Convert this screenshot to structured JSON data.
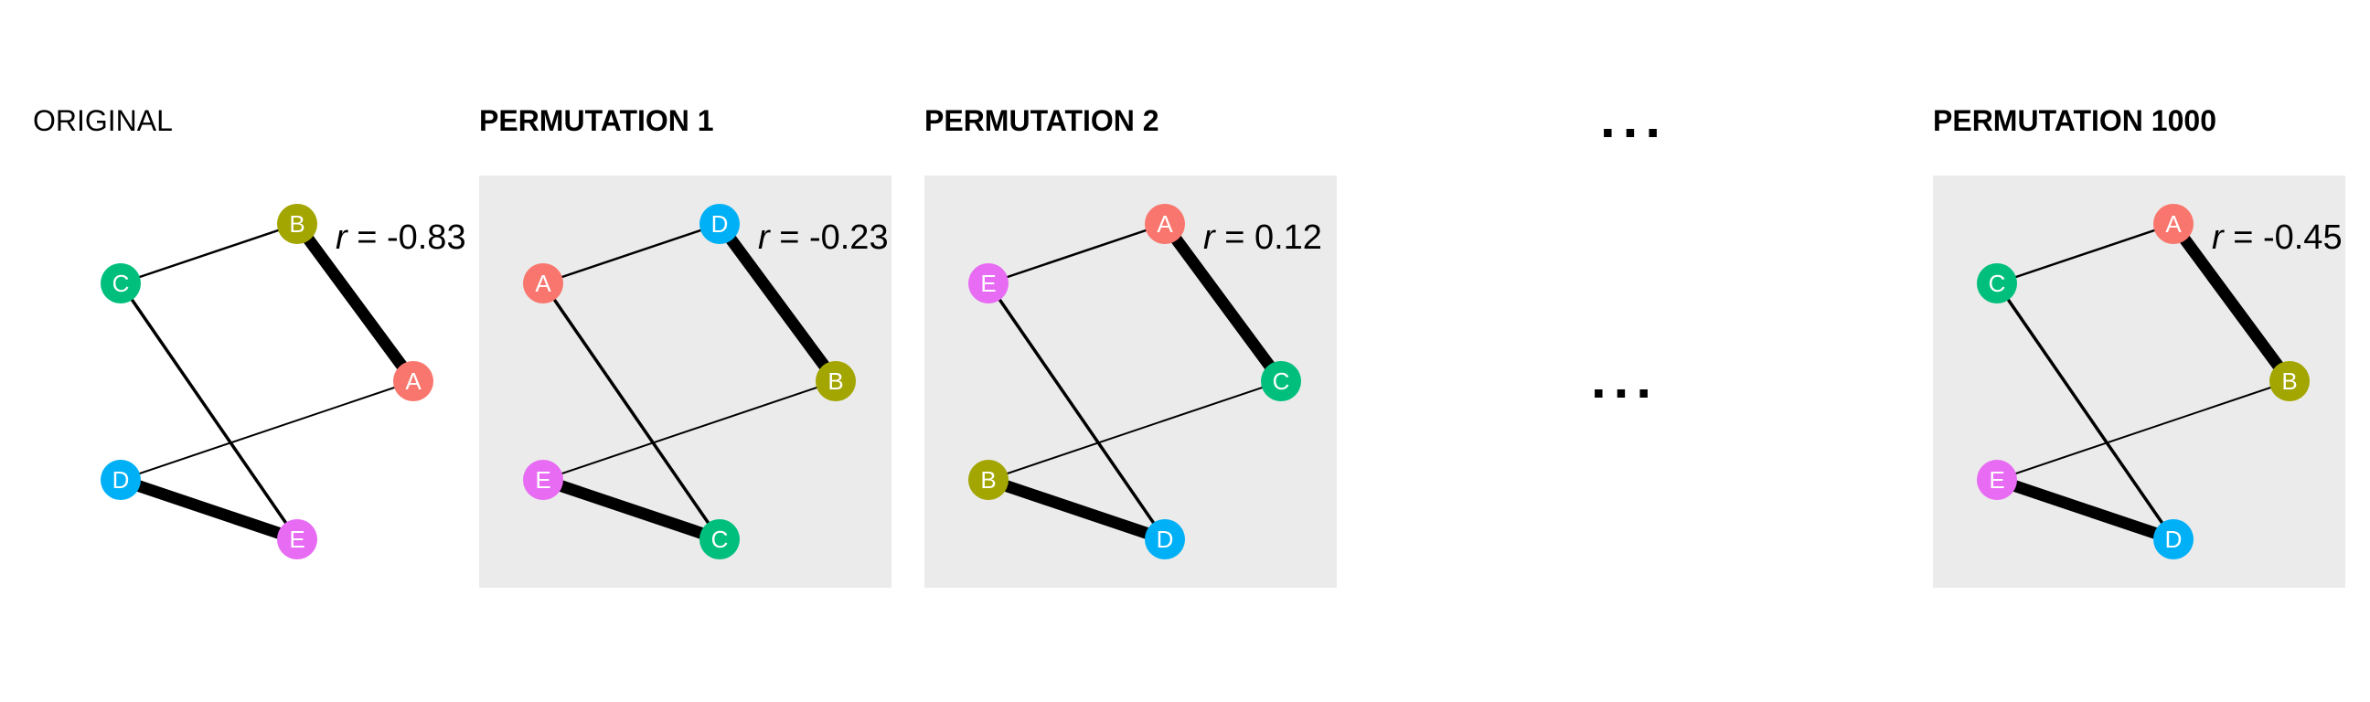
{
  "colors": {
    "A": "#F8766D",
    "B": "#A3A500",
    "C": "#00BF7D",
    "D": "#00B0F6",
    "E": "#E76BF3",
    "panel_bg": "#EBEBEB",
    "edge": "#000000"
  },
  "ellipsis_top": "...",
  "ellipsis_middle": "...",
  "panels": [
    {
      "title": "ORIGINAL",
      "r_symbol": "r",
      "r_text": " = -0.83",
      "slots": [
        "B",
        "C",
        "A",
        "D",
        "E"
      ]
    },
    {
      "title": "PERMUTATION 1",
      "r_symbol": "r",
      "r_text": " = -0.23",
      "slots": [
        "D",
        "A",
        "B",
        "E",
        "C"
      ]
    },
    {
      "title": "PERMUTATION 2",
      "r_symbol": "r",
      "r_text": " = 0.12",
      "slots": [
        "A",
        "E",
        "C",
        "B",
        "D"
      ]
    },
    {
      "title": "PERMUTATION 1000",
      "r_symbol": "r",
      "r_text": " = -0.45",
      "slots": [
        "A",
        "C",
        "B",
        "E",
        "D"
      ]
    }
  ]
}
